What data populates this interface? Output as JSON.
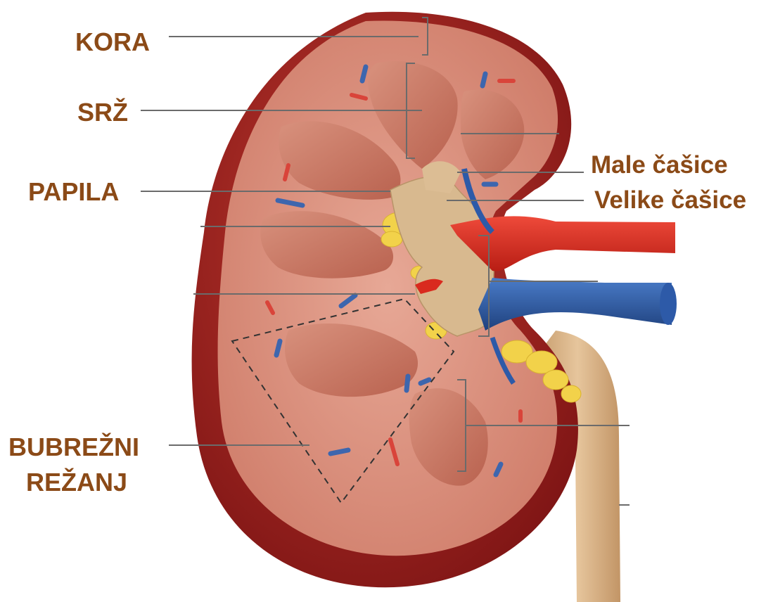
{
  "diagram": {
    "labels": {
      "cortex": "KORA",
      "medulla": "SRŽ",
      "papilla": "PAPILA",
      "minor_calyces": "Male čašice",
      "major_calyces": "Velike čašice",
      "lobe_line1": "BUBREŽNI",
      "lobe_line2": "REŽANJ"
    },
    "colors": {
      "label_text": "#8b4a17",
      "kidney_capsule": "#a3201f",
      "cortex": "#d98f7c",
      "medulla_pyramid": "#c97561",
      "renal_pelvis": "#d4b48c",
      "fat": "#f2d24a",
      "artery": "#d92a1e",
      "vein": "#2d5aa8",
      "ureter": "#d8b488",
      "leader_line": "#666666"
    }
  }
}
